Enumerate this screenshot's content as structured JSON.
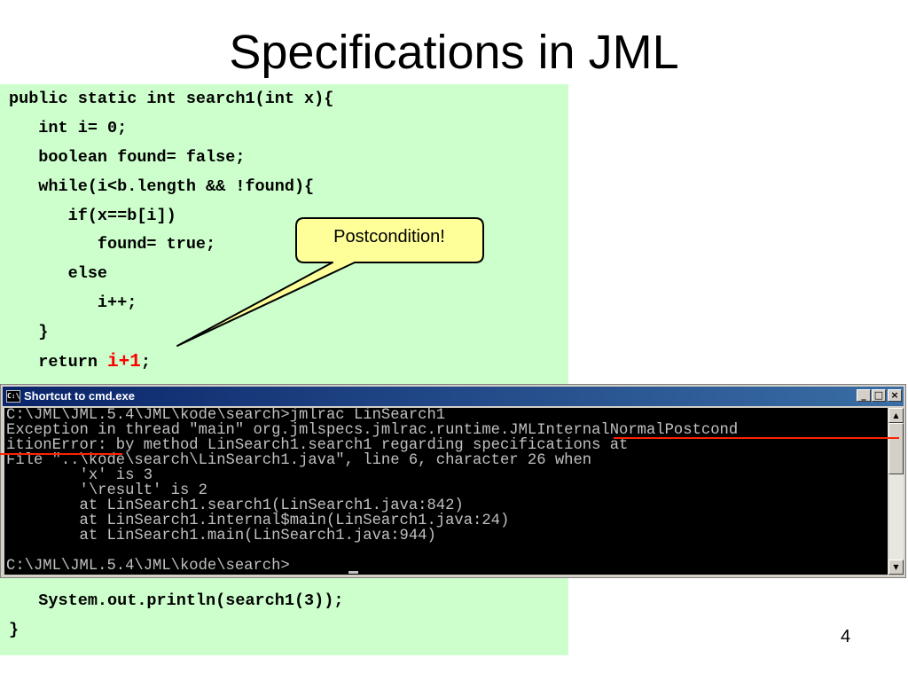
{
  "slide": {
    "title": "Specifications in JML",
    "page_number": "4"
  },
  "code": {
    "lines": [
      "public static int search1(int x){",
      "   int i= 0;",
      "   boolean found= false;",
      "   while(i<b.length && !found){",
      "      if(x==b[i])",
      "         found= true;",
      "      else",
      "         i++;",
      "   }",
      "   return ",
      "   System.out.println(search1(3));",
      "}"
    ],
    "return_value": "i+1",
    "return_suffix": ";"
  },
  "callout": {
    "text": "Postcondition!",
    "fill": "#ffff99"
  },
  "cmd": {
    "title": "Shortcut to cmd.exe",
    "icon_label": "C:\\",
    "buttons": {
      "minimize": "_",
      "maximize": "□",
      "close": "×"
    },
    "lines": [
      "C:\\JML\\JML.5.4\\JML\\kode\\search>jmlrac LinSearch1",
      "Exception in thread \"main\" org.jmlspecs.jmlrac.runtime.JMLInternalNormalPostcond",
      "itionError: by method LinSearch1.search1 regarding specifications at",
      "File \"..\\kode\\search\\LinSearch1.java\", line 6, character 26 when",
      "        'x' is 3",
      "        '\\result' is 2",
      "        at LinSearch1.search1(LinSearch1.java:842)",
      "        at LinSearch1.internal$main(LinSearch1.java:24)",
      "        at LinSearch1.main(LinSearch1.java:944)",
      "",
      "C:\\JML\\JML.5.4\\JML\\kode\\search>"
    ]
  },
  "colors": {
    "code_background": "#ccffcc",
    "return_highlight": "#ff0000",
    "annotation_underline": "#ff2200",
    "console_background": "#000000",
    "console_text": "#c0c0c0"
  }
}
